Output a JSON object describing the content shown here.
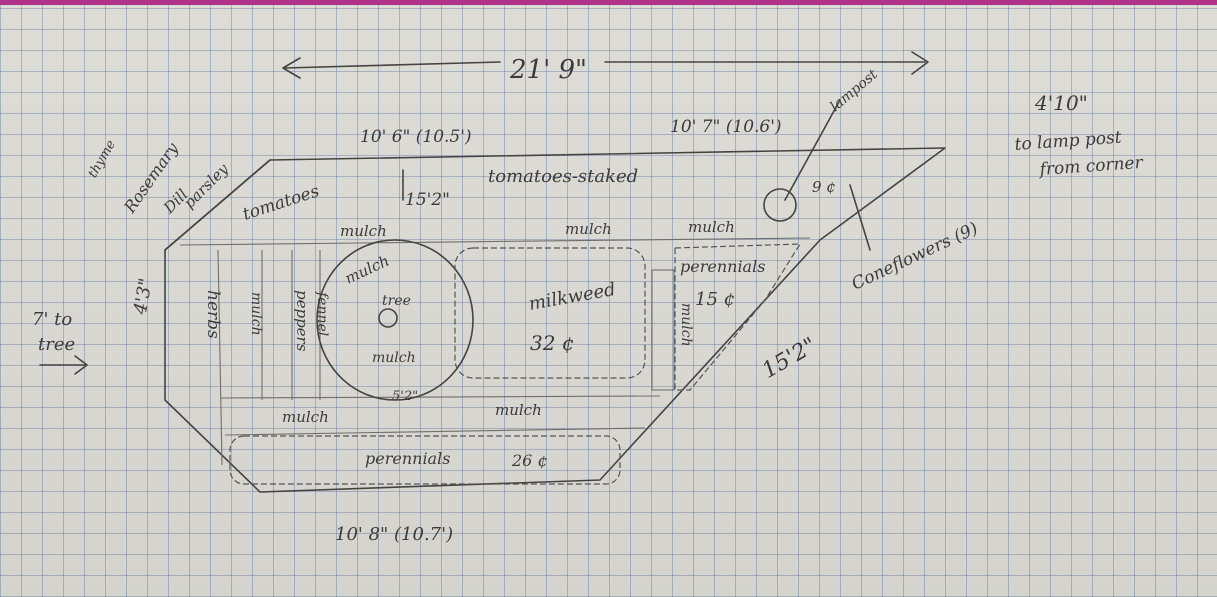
{
  "colors": {
    "topbar": "#b0338a",
    "ink": "#444444",
    "grid": "#5a7ab4"
  },
  "dims": {
    "overall": "21' 9\"",
    "top_left": "10' 6\" (10.5')",
    "top_right": "10' 7\" (10.6')",
    "bottom": "10' 8\" (10.7')",
    "left_side": "4'3\"",
    "diagonal_right": "15'2\"",
    "interior": "15'2\"",
    "small_dim": "5'2\"",
    "lamp_distance": "4'10\"",
    "lamp_note_1": "to lamp post",
    "lamp_note_2": "from corner"
  },
  "labels": {
    "thyme": "thyme",
    "rosemary": "Rosemary",
    "dill": "Dill",
    "parsley": "parsley",
    "tomatoes": "tomatoes",
    "tomatoes_staked": "tomatoes-staked",
    "mulch": "mulch",
    "tree": "tree",
    "herbs": "herbs",
    "peppers": "peppers",
    "fennel": "fennel",
    "milkweed": "milkweed",
    "milkweed_count": "32 ¢",
    "perennials": "perennials",
    "perennials_right_count": "15 ¢",
    "perennials_bottom_count": "26 ¢",
    "lampost": "lampost",
    "lamp_count": "9 ¢",
    "coneflowers": "Coneflowers (9)",
    "seven_to_tree_1": "7' to",
    "seven_to_tree_2": "tree"
  }
}
